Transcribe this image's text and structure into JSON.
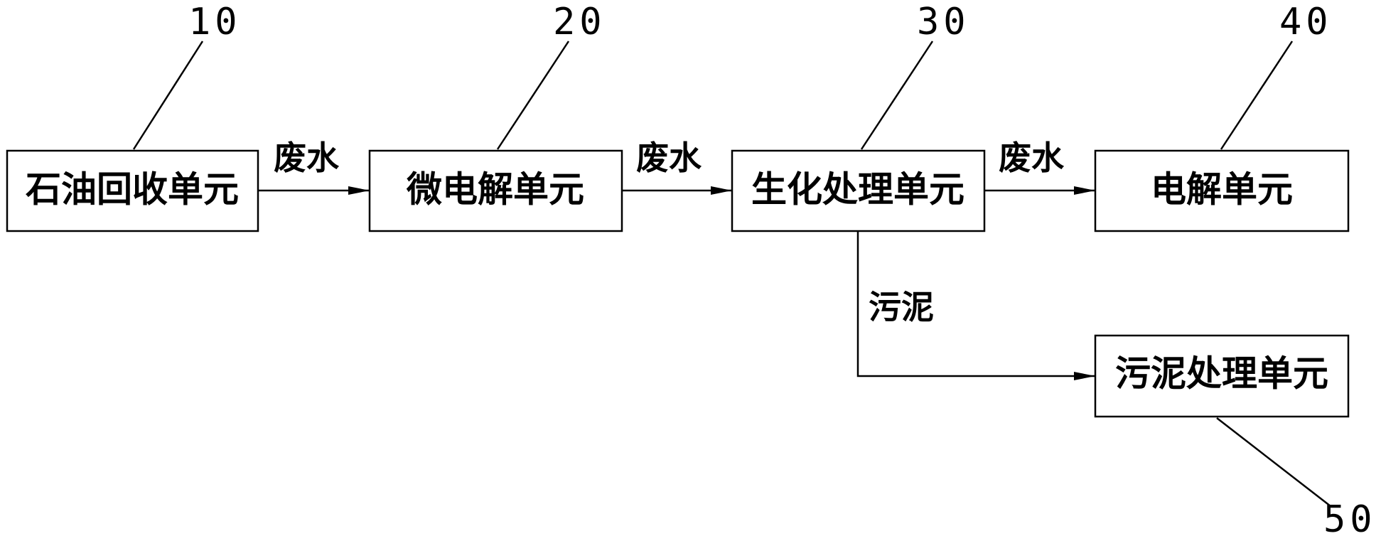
{
  "units": {
    "oil_recovery": {
      "label": "石油回收单元",
      "ref": "10"
    },
    "micro_electrolysis": {
      "label": "微电解单元",
      "ref": "20"
    },
    "biochemical_treatment": {
      "label": "生化处理单元",
      "ref": "30"
    },
    "electrolysis": {
      "label": "电解单元",
      "ref": "40"
    },
    "sludge_treatment": {
      "label": "污泥处理单元",
      "ref": "50"
    }
  },
  "flows": {
    "oil_to_micro": "废水",
    "micro_to_bio": "废水",
    "bio_to_electrolysis": "废水",
    "bio_to_sludge": "污泥"
  }
}
